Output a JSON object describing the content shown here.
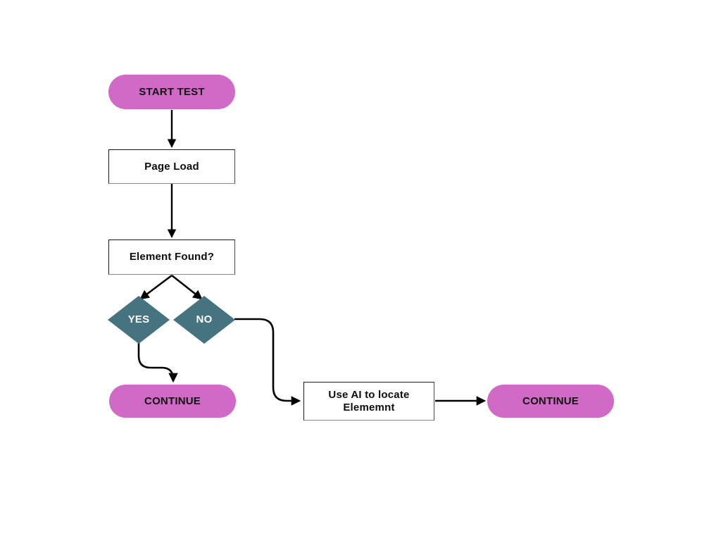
{
  "diagram": {
    "type": "flowchart",
    "background_color": "#ffffff",
    "palette": {
      "terminator_fill": "#d169c6",
      "decision_fill": "#467380",
      "process_fill": "#ffffff",
      "process_border": "#1b1b1b",
      "edge_color": "#000000",
      "process_text": "#0d0d0d",
      "decision_text": "#ffffff"
    },
    "nodes": [
      {
        "id": "start",
        "label": "START TEST",
        "shape": "pill"
      },
      {
        "id": "page_load",
        "label": "Page Load",
        "shape": "rect"
      },
      {
        "id": "element_found",
        "label": "Element Found?",
        "shape": "rect"
      },
      {
        "id": "yes",
        "label": "YES",
        "shape": "diamond"
      },
      {
        "id": "no",
        "label": "NO",
        "shape": "diamond"
      },
      {
        "id": "continue_left",
        "label": "CONTINUE",
        "shape": "pill"
      },
      {
        "id": "use_ai",
        "label": "Use AI to locate Elememnt",
        "shape": "rect",
        "lines": [
          "Use AI to locate",
          "Elememnt"
        ]
      },
      {
        "id": "continue_right",
        "label": "CONTINUE",
        "shape": "pill"
      }
    ],
    "edges": [
      {
        "from": "start",
        "to": "page_load",
        "style": "straight-down"
      },
      {
        "from": "page_load",
        "to": "element_found",
        "style": "straight-down"
      },
      {
        "from": "element_found",
        "to": "yes",
        "style": "diagonal-left"
      },
      {
        "from": "element_found",
        "to": "no",
        "style": "diagonal-right"
      },
      {
        "from": "yes",
        "to": "continue_left",
        "style": "s-curve-down"
      },
      {
        "from": "no",
        "to": "use_ai",
        "style": "rounded-right-down"
      },
      {
        "from": "use_ai",
        "to": "continue_right",
        "style": "straight-right"
      }
    ]
  }
}
